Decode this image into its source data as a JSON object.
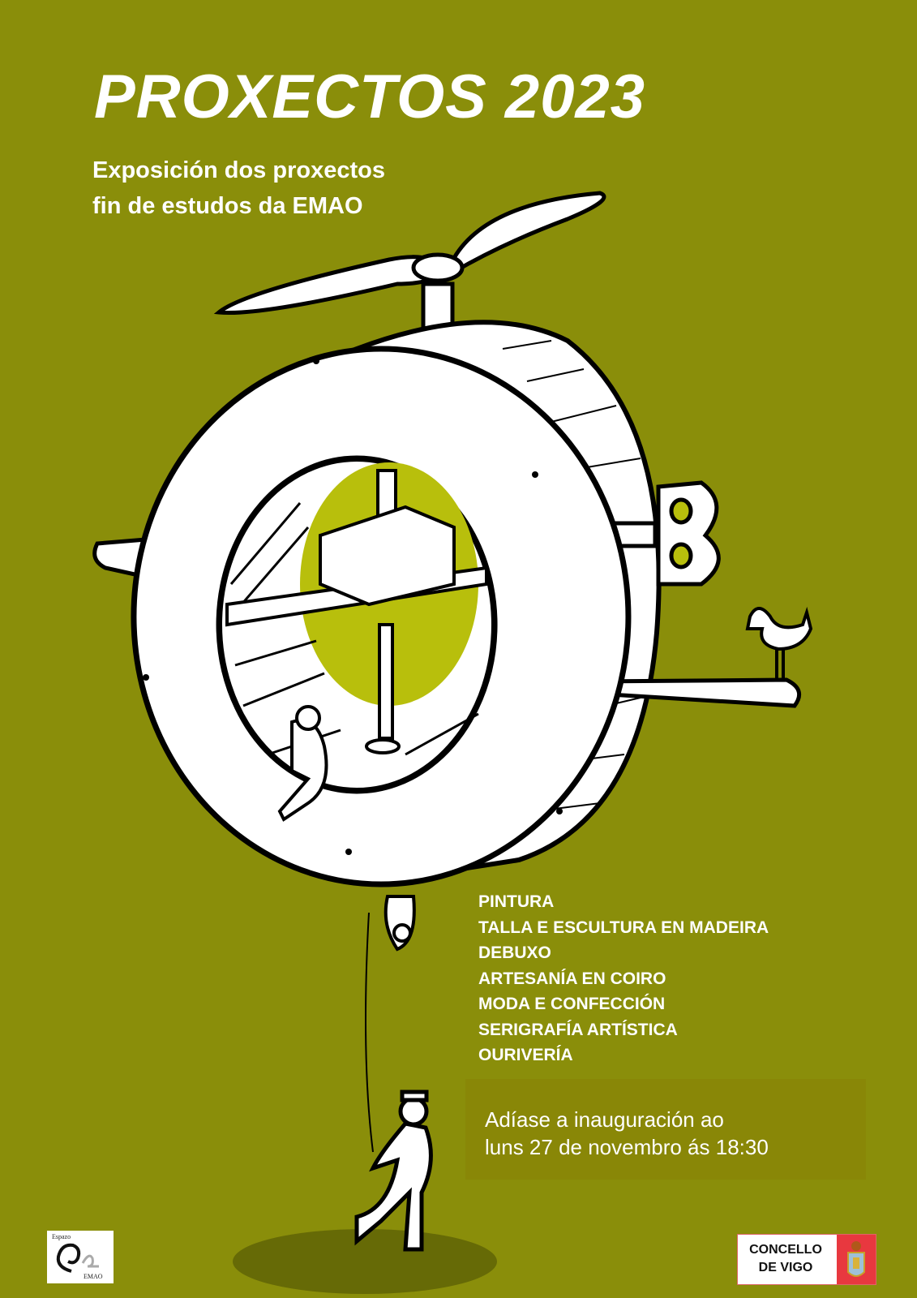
{
  "poster": {
    "title": "PROXECTOS 2023",
    "subtitle_line1": "Exposición dos proxectos",
    "subtitle_line2": "fin de estudos da EMAO",
    "disciplines": [
      "PINTURA",
      "TALLA E ESCULTURA EN MADEIRA",
      "DEBUXO",
      "ARTESANÍA EN COIRO",
      "MODA E CONFECCIÓN",
      "SERIGRAFÍA ARTÍSTICA",
      "OURIVERÍA"
    ],
    "invite_line1": "Adíase a inauguración ao",
    "invite_line2": "luns 27 de novembro ás 18:30"
  },
  "logos": {
    "emao_top": "Espazo",
    "emao_bottom": "EMAO",
    "vigo_line1": "CONCELLO",
    "vigo_line2": "DE VIGO"
  },
  "colors": {
    "background": "#8a8e0a",
    "accent_yellow": "#b8bf0c",
    "shadow": "#666a06"
  }
}
